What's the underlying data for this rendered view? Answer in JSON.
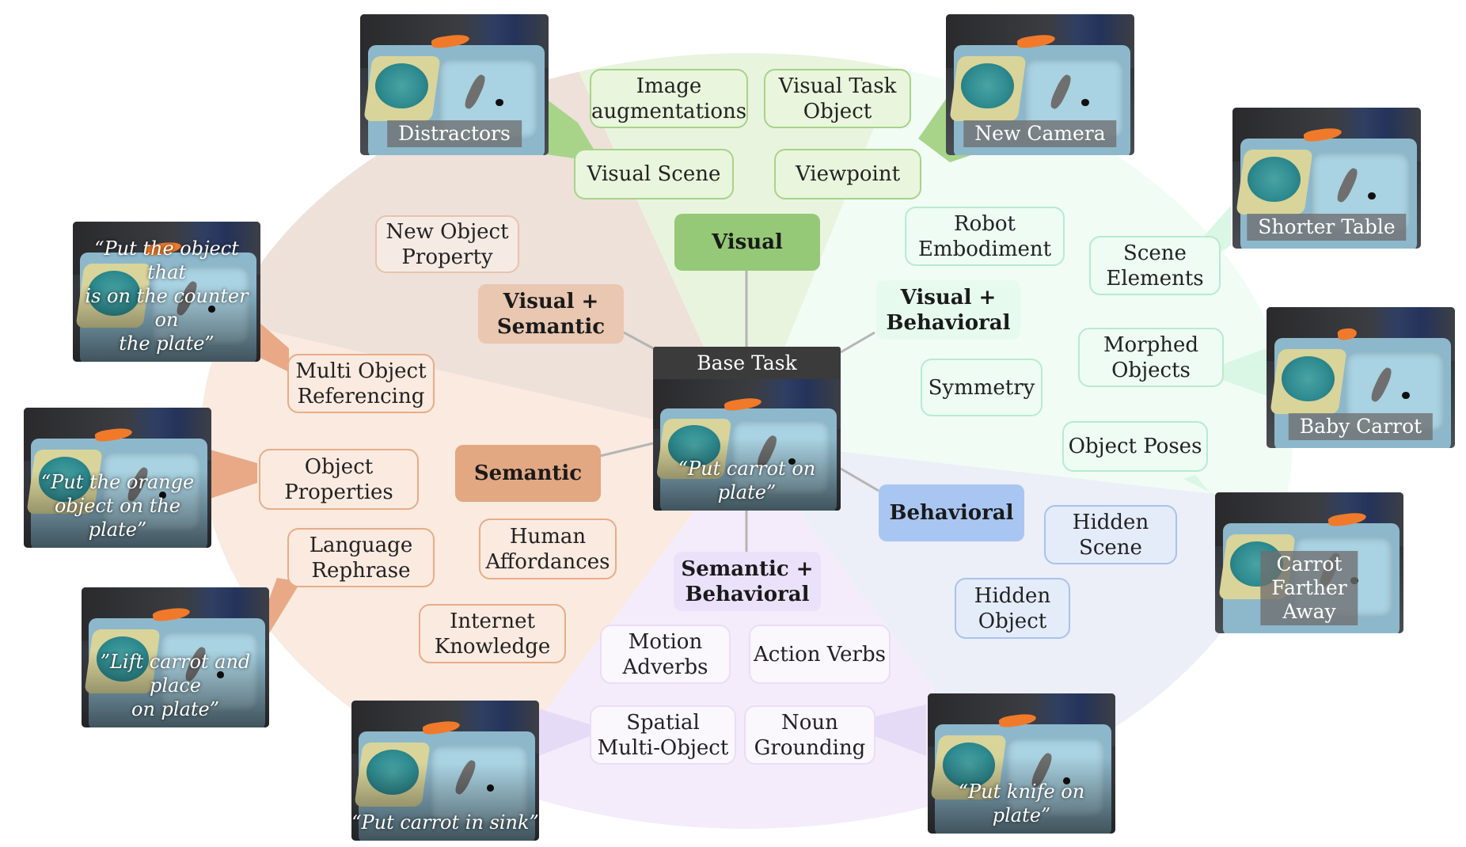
{
  "center": {
    "header": "Base Task",
    "quote": "“Put carrot on plate”"
  },
  "categories": {
    "visual": "Visual",
    "visual_semantic": "Visual +\nSemantic",
    "visual_behavioral": "Visual +\nBehavioral",
    "semantic": "Semantic",
    "behavioral": "Behavioral",
    "semantic_behavioral": "Semantic +\nBehavioral"
  },
  "leaves": {
    "image_augmentations": "Image\naugmentations",
    "visual_task_object": "Visual Task\nObject",
    "visual_scene": "Visual Scene",
    "viewpoint": "Viewpoint",
    "new_object_property": "New Object\nProperty",
    "robot_embodiment": "Robot\nEmbodiment",
    "scene_elements": "Scene\nElements",
    "morphed_objects": "Morphed\nObjects",
    "symmetry": "Symmetry",
    "object_poses": "Object Poses",
    "multi_object_referencing": "Multi Object\nReferencing",
    "object_properties": "Object\nProperties",
    "language_rephrase": "Language\nRephrase",
    "human_affordances": "Human\nAffordances",
    "internet_knowledge": "Internet\nKnowledge",
    "hidden_scene": "Hidden\nScene",
    "hidden_object": "Hidden\nObject",
    "motion_adverbs": "Motion\nAdverbs",
    "action_verbs": "Action Verbs",
    "spatial_multi_object": "Spatial\nMulti-Object",
    "noun_grounding": "Noun\nGrounding"
  },
  "photos": {
    "distractors": "Distractors",
    "new_camera": "New Camera",
    "shorter_table": "Shorter Table",
    "baby_carrot": "Baby Carrot",
    "carrot_farther_away": "Carrot\nFarther Away",
    "multi_object_quote": "“Put the object that\nis on the counter on\nthe plate”",
    "orange_quote": "“Put the orange\nobject on the plate”",
    "lift_quote": "”Lift carrot and place\non plate”",
    "sink_quote": "“Put carrot in sink”",
    "knife_quote": "“Put knife on plate”"
  },
  "colors": {
    "visual": "#95c977",
    "visual_semantic": "#e9c7b1",
    "visual_behavioral": "#e6fbee",
    "semantic": "#e2a882",
    "behavioral": "#a9c6f2",
    "semantic_behavioral": "#ece1fb"
  }
}
